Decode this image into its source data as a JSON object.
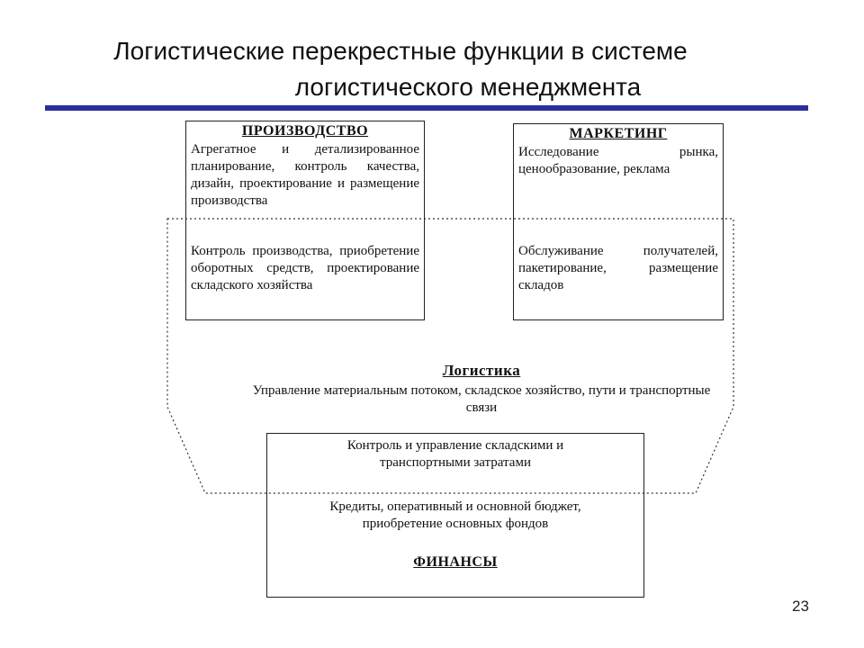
{
  "slide": {
    "title_line1": "Логистические перекрестные функции в системе",
    "title_line2": "логистического менеджмента",
    "page_number": "23",
    "accent_color": "#2b2f9a"
  },
  "production": {
    "title": "ПРОИЗВОДСТВО",
    "text_top": "Агрегатное и детализированное планирование, контроль качества, дизайн, проектирование и размещение производства",
    "text_bottom": "Контроль производства, приобретение оборотных средств, проектирование складского хозяйства"
  },
  "marketing": {
    "title": "МАРКЕТИНГ",
    "text_top": "Исследование рынка, ценообразование, реклама",
    "text_bottom": "Обслуживание получателей, пакетирование, размещение складов"
  },
  "logistics": {
    "title": "Логистика",
    "text": "Управление материальным потоком, складское хозяйство, пути и транспортные связи"
  },
  "finance": {
    "title": "ФИНАНСЫ",
    "text_top": "Контроль и управление складскими и транспортными затратами",
    "text_bottom": "Кредиты, оперативный и основной бюджет, приобретение основных фондов"
  }
}
